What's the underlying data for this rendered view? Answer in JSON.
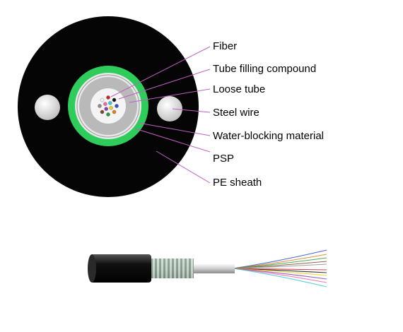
{
  "labels": [
    {
      "key": "fiber",
      "text": "Fiber"
    },
    {
      "key": "tube_filling_compound",
      "text": "Tube filling compound"
    },
    {
      "key": "loose_tube",
      "text": "Loose tube"
    },
    {
      "key": "steel_wire",
      "text": "Steel wire"
    },
    {
      "key": "water_blocking_material",
      "text": "Water-blocking material"
    },
    {
      "key": "psp",
      "text": "PSP"
    },
    {
      "key": "pe_sheath",
      "text": "PE sheath"
    }
  ],
  "colors": {
    "sheath": "#050505",
    "water_blocking": "#2ecc5a",
    "psp": "#e8e8e8",
    "loose_tube": "#b9b9b9",
    "gel": "#f4f4f4",
    "steel_wire": "#dcdcdc",
    "leader_line": "#c060c0"
  },
  "fiber_colors": [
    "#2b4fd0",
    "#e07b1d",
    "#2c9a3a",
    "#7a4a2a",
    "#8a8a8a",
    "#f2f2f2",
    "#d0202a",
    "#111111",
    "#e4d21e",
    "#8c3fb0",
    "#e66aa8",
    "#3cc7d8"
  ]
}
